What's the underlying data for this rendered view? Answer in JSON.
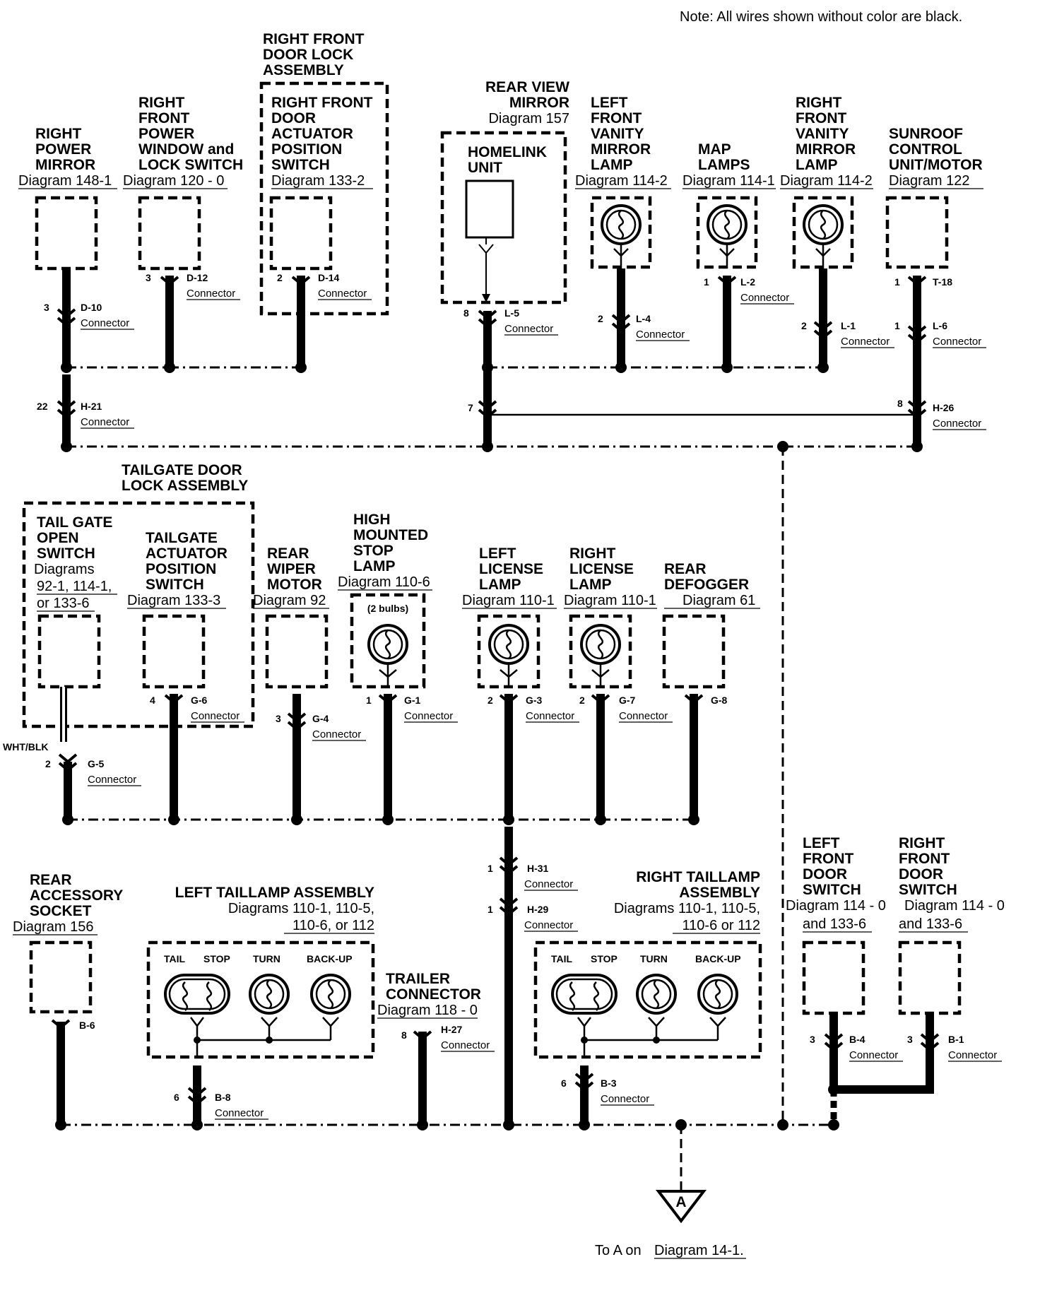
{
  "note": "Note: All wires shown without color are black.",
  "components": {
    "right_power_mirror": {
      "lines": [
        "RIGHT",
        "POWER",
        "MIRROR"
      ],
      "diagram": "Diagram 148-1"
    },
    "rf_power_window": {
      "lines": [
        "RIGHT",
        "FRONT",
        "POWER",
        "WINDOW and",
        "LOCK SWITCH"
      ],
      "diagram": "Diagram 120 - 0"
    },
    "rf_door_lock_assembly": {
      "lines": [
        "RIGHT FRONT",
        "DOOR LOCK",
        "ASSEMBLY"
      ]
    },
    "rf_door_actuator": {
      "lines": [
        "RIGHT FRONT",
        "DOOR",
        "ACTUATOR",
        "POSITION",
        "SWITCH"
      ],
      "diagram": "Diagram 133-2"
    },
    "rear_view_mirror": {
      "lines": [
        "REAR VIEW",
        "MIRROR"
      ],
      "diagram": "Diagram 157"
    },
    "homelink": {
      "lines": [
        "HOMELINK",
        "UNIT"
      ]
    },
    "left_vanity": {
      "lines": [
        "LEFT",
        "FRONT",
        "VANITY",
        "MIRROR",
        "LAMP"
      ],
      "diagram": "Diagram 114-2"
    },
    "map_lamps": {
      "lines": [
        "MAP",
        "LAMPS"
      ],
      "diagram": "Diagram 114-1"
    },
    "right_vanity": {
      "lines": [
        "RIGHT",
        "FRONT",
        "VANITY",
        "MIRROR",
        "LAMP"
      ],
      "diagram": "Diagram 114-2"
    },
    "sunroof": {
      "lines": [
        "SUNROOF",
        "CONTROL",
        "UNIT/MOTOR"
      ],
      "diagram": "Diagram 122"
    },
    "tailgate_lock_assembly": {
      "lines": [
        "TAILGATE DOOR",
        "LOCK ASSEMBLY"
      ]
    },
    "tailgate_open_switch": {
      "lines": [
        "TAIL GATE",
        "OPEN",
        "SWITCH"
      ],
      "diagram_lines": [
        "Diagrams",
        "92-1, 114-1,",
        "or 133-6"
      ]
    },
    "tailgate_actuator": {
      "lines": [
        "TAILGATE",
        "ACTUATOR",
        "POSITION",
        "SWITCH"
      ],
      "diagram": "Diagram 133-3"
    },
    "rear_wiper": {
      "lines": [
        "REAR",
        "WIPER",
        "MOTOR"
      ],
      "diagram": "Diagram 92"
    },
    "high_stop": {
      "lines": [
        "HIGH",
        "MOUNTED",
        "STOP",
        "LAMP"
      ],
      "diagram": "Diagram 110-6",
      "bulbs": "(2 bulbs)"
    },
    "left_license": {
      "lines": [
        "LEFT",
        "LICENSE",
        "LAMP"
      ],
      "diagram": "Diagram 110-1"
    },
    "right_license": {
      "lines": [
        "RIGHT",
        "LICENSE",
        "LAMP"
      ],
      "diagram": "Diagram 110-1"
    },
    "rear_defogger": {
      "lines": [
        "REAR",
        "DEFOGGER"
      ],
      "diagram": "Diagram 61"
    },
    "rear_accessory": {
      "lines": [
        "REAR",
        "ACCESSORY",
        "SOCKET"
      ],
      "diagram": "Diagram 156"
    },
    "left_taillamp": {
      "lines": [
        "LEFT TAILLAMP ASSEMBLY"
      ],
      "diagram_lines": [
        "Diagrams 110-1, 110-5,",
        "110-6, or 112"
      ],
      "bulbs": [
        "TAIL",
        "STOP",
        "TURN",
        "BACK-UP"
      ]
    },
    "trailer": {
      "lines": [
        "TRAILER",
        "CONNECTOR"
      ],
      "diagram": "Diagram 118 - 0"
    },
    "right_taillamp": {
      "lines": [
        "RIGHT TAILLAMP",
        "ASSEMBLY"
      ],
      "diagram_lines": [
        "Diagrams 110-1, 110-5,",
        "110-6 or 112"
      ],
      "bulbs": [
        "TAIL",
        "STOP",
        "TURN",
        "BACK-UP"
      ]
    },
    "lf_door_switch": {
      "lines": [
        "LEFT",
        "FRONT",
        "DOOR",
        "SWITCH"
      ],
      "diagram_lines": [
        "Diagram 114 - 0",
        "and 133-6"
      ]
    },
    "rf_door_switch": {
      "lines": [
        "RIGHT",
        "FRONT",
        "DOOR",
        "SWITCH"
      ],
      "diagram_lines": [
        "Diagram 114 - 0",
        "and 133-6"
      ]
    }
  },
  "connectors": [
    {
      "id": "D-10",
      "pin": "3"
    },
    {
      "id": "D-12",
      "pin": "3"
    },
    {
      "id": "D-14",
      "pin": "2"
    },
    {
      "id": "L-5",
      "pin": "8"
    },
    {
      "id": "L-4",
      "pin": "2"
    },
    {
      "id": "L-2",
      "pin": "1"
    },
    {
      "id": "L-1",
      "pin": "2"
    },
    {
      "id": "T-18",
      "pin": "1"
    },
    {
      "id": "L-6",
      "pin": "1"
    },
    {
      "id": "H-21",
      "pin": "22"
    },
    {
      "id": "H-26",
      "pin": "8"
    },
    {
      "id": "H-26-7",
      "pin": "7"
    },
    {
      "id": "G-6",
      "pin": "4"
    },
    {
      "id": "G-4",
      "pin": "3"
    },
    {
      "id": "G-1",
      "pin": "1"
    },
    {
      "id": "G-3",
      "pin": "2"
    },
    {
      "id": "G-7",
      "pin": "2"
    },
    {
      "id": "G-8",
      "pin": ""
    },
    {
      "id": "G-5",
      "pin": "2"
    },
    {
      "id": "H-31",
      "pin": "1"
    },
    {
      "id": "H-29",
      "pin": "1"
    },
    {
      "id": "B-6",
      "pin": ""
    },
    {
      "id": "B-8",
      "pin": "6"
    },
    {
      "id": "H-27",
      "pin": "8"
    },
    {
      "id": "B-3",
      "pin": "6"
    },
    {
      "id": "B-4",
      "pin": "3"
    },
    {
      "id": "B-1",
      "pin": "3"
    }
  ],
  "connector_word": "Connector",
  "wire_color": "WHT/BLK",
  "ground": {
    "letter": "A",
    "prefix": "To A on",
    "diagram": "Diagram 14-1."
  }
}
